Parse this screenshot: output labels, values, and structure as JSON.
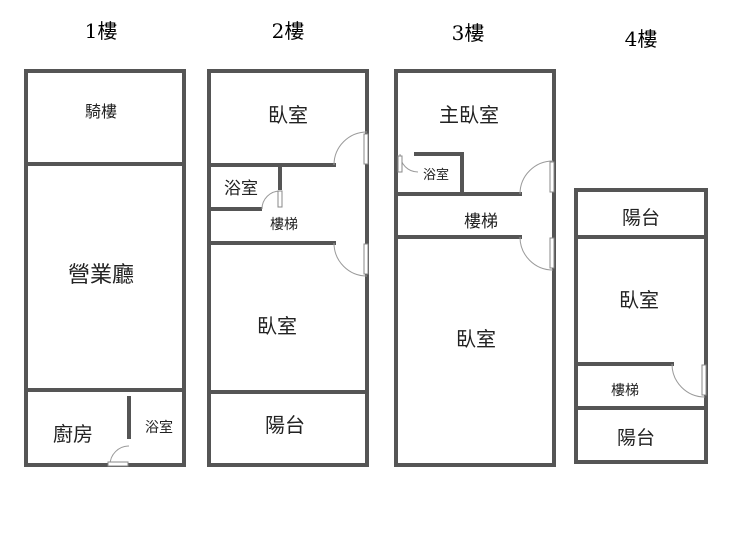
{
  "floors": [
    {
      "title": "1樓",
      "rooms": {
        "arcade": "騎樓",
        "hall": "營業廳",
        "kitchen": "廚房",
        "bath": "浴室"
      }
    },
    {
      "title": "2樓",
      "rooms": {
        "bedroom_top": "臥室",
        "bath": "浴室",
        "stairs": "樓梯",
        "bedroom_main": "臥室",
        "balcony": "陽台"
      }
    },
    {
      "title": "3樓",
      "rooms": {
        "master": "主臥室",
        "bath": "浴室",
        "stairs": "樓梯",
        "bedroom": "臥室"
      }
    },
    {
      "title": "4樓",
      "rooms": {
        "balcony_top": "陽台",
        "bedroom": "臥室",
        "stairs": "樓梯",
        "balcony_bottom": "陽台"
      }
    }
  ],
  "colors": {
    "wall": "#555555",
    "door": "#9a9a9a",
    "text": "#222222"
  }
}
